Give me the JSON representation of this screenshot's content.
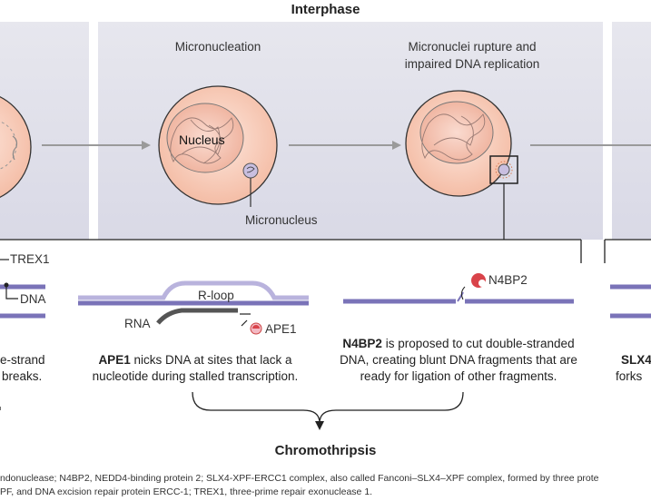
{
  "header": {
    "title": "Interphase"
  },
  "stages": {
    "micronucleation": {
      "title": "Micronucleation",
      "nucleus_label": "Nucleus",
      "micronucleus_label": "Micronucleus"
    },
    "rupture": {
      "title_line1": "Micronuclei rupture and",
      "title_line2": "impaired DNA replication"
    }
  },
  "left_panel": {
    "trex1_label": "TREX1",
    "dna_label": "DNA",
    "caption_line1": "e-strand",
    "caption_line2": "breaks."
  },
  "ape1_panel": {
    "rloop_label": "R-loop",
    "rna_label": "RNA",
    "enzyme_label": "APE1",
    "caption_bold": "APE1",
    "caption_line1_rest": " nicks DNA at sites that lack a",
    "caption_line2": "nucleotide during stalled transcription."
  },
  "n4bp2_panel": {
    "enzyme_label": "N4BP2",
    "caption_bold": "N4BP2",
    "caption_line1_rest": " is proposed to cut double-stranded",
    "caption_line2": "DNA, creating blunt DNA fragments that are",
    "caption_line3": "ready for ligation of other fragments."
  },
  "right_panel": {
    "caption_line1": "SLX4",
    "caption_line2": "forks"
  },
  "outcome": {
    "label": "Chromothripsis"
  },
  "footnote": {
    "line1": "ndonuclease; N4BP2, NEDD4-binding protein 2; SLX4-XPF-ERCC1 complex, also called Fanconi–SLX4–XPF complex, formed by three prote",
    "line2": "PF, and DNA excision repair protein ERCC-1; TREX1, three-prime repair exonuclease 1."
  },
  "colors": {
    "dna": "#7a73b8",
    "dna_light": "#b9b3dd",
    "rna": "#555555",
    "cell": "#f6c9b6",
    "enzyme": "#d9434a",
    "arrow": "#9a9a9a"
  }
}
